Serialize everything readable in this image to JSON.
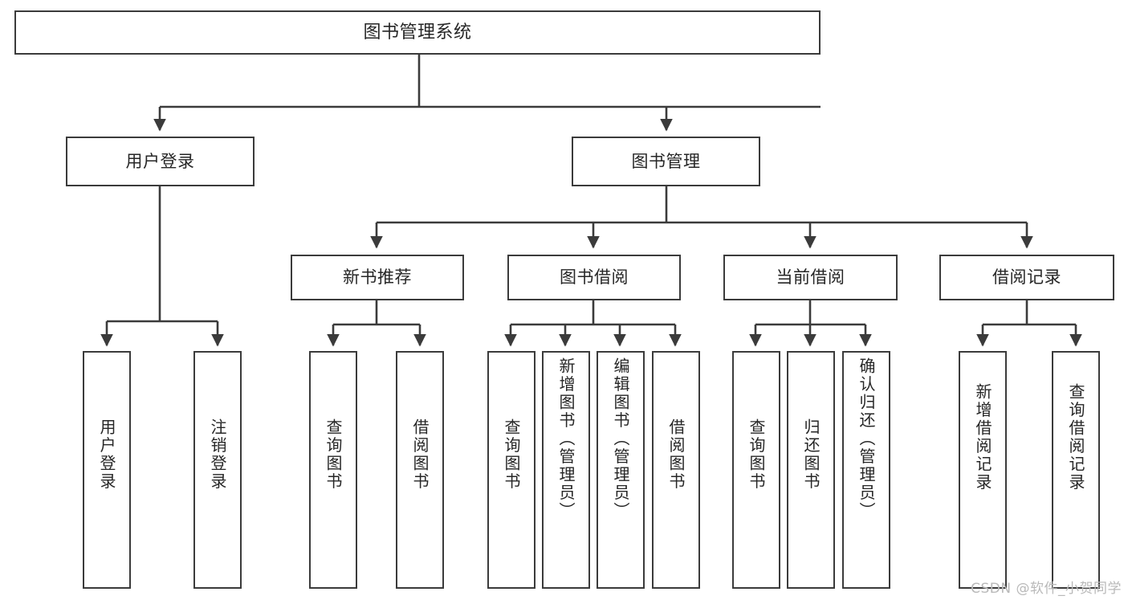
{
  "diagram": {
    "title": "图书管理系统",
    "watermark": "CSDN @软件_小贺同学",
    "line_color": "#3b3b3b",
    "text_color": "#262626",
    "background": "#ffffff",
    "nodes": {
      "root": "图书管理系统",
      "level2": {
        "user_login": "用户登录",
        "book_manage": "图书管理"
      },
      "level3": {
        "new_book_rec": "新书推荐",
        "book_borrow": "图书借阅",
        "current_borrow": "当前借阅",
        "borrow_record": "借阅记录"
      },
      "leaves": {
        "user_login_1": "用户登录",
        "user_login_2": "注销登录",
        "new_book_rec_1": "查询图书",
        "new_book_rec_2": "借阅图书",
        "book_borrow_1": "查询图书",
        "book_borrow_2": "新增图书（管理员）",
        "book_borrow_3": "编辑图书（管理员）",
        "book_borrow_4": "借阅图书",
        "current_borrow_1": "查询图书",
        "current_borrow_2": "归还图书",
        "current_borrow_3": "确认归还（管理员）",
        "borrow_record_1": "新增借阅记录",
        "borrow_record_2": "查询借阅记录"
      }
    }
  }
}
